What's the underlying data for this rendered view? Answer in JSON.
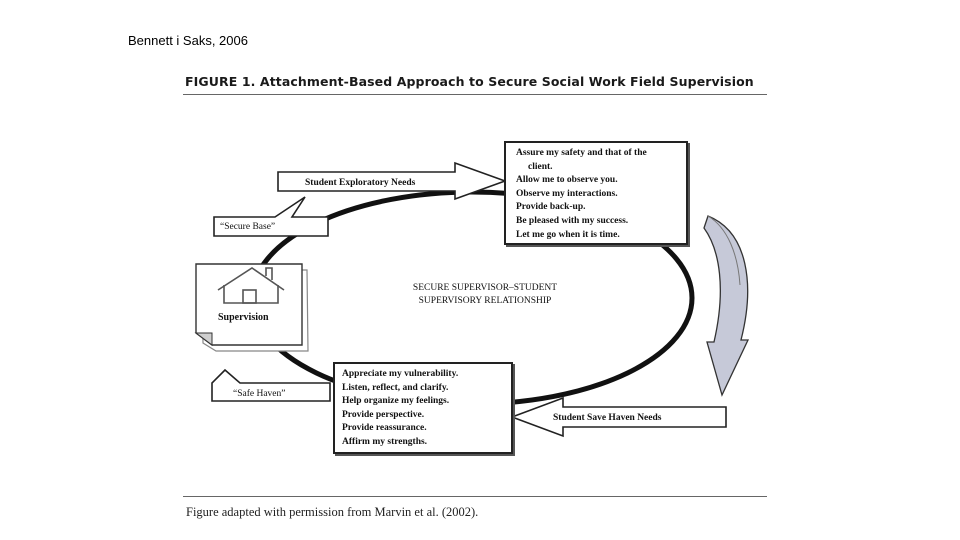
{
  "citation": "Bennett i Saks, 2006",
  "figure_title": "FIGURE 1. Attachment-Based Approach to Secure Social Work Field Supervision",
  "caption": "Figure adapted with permission from Marvin et al. (2002).",
  "center": {
    "line1": "SECURE SUPERVISOR–STUDENT",
    "line2": "SUPERVISORY RELATIONSHIP"
  },
  "labels": {
    "exploratory_needs": "Student Exploratory Needs",
    "secure_base": "“Secure Base”",
    "safe_haven": "“Safe Haven”",
    "save_haven_needs": "Student Save Haven Needs",
    "supervision": "Supervision"
  },
  "exploratory_box": {
    "items": [
      "Assure my safety and that of the",
      "client.",
      "Allow me to observe you.",
      "Observe my interactions.",
      "Provide back-up.",
      "Be pleased with my success.",
      "Let me go when it is time."
    ]
  },
  "safe_haven_box": {
    "items": [
      "Appreciate my vulnerability.",
      "Listen, reflect, and clarify.",
      "Help organize my feelings.",
      "Provide perspective.",
      "Provide reassurance.",
      "Affirm my strengths."
    ]
  },
  "icons": {
    "house": "house-icon",
    "curved_arrow": "curved-arrow-icon"
  }
}
